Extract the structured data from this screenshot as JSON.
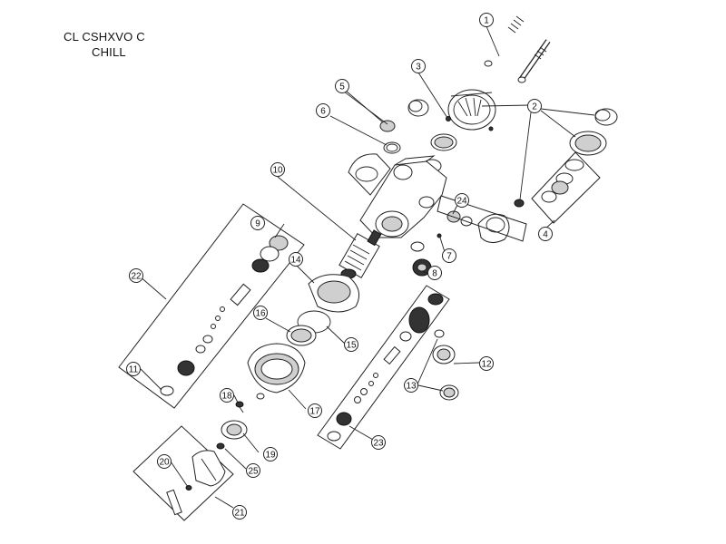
{
  "title": {
    "line1": "CL CSHXVO C",
    "line2": "CHILL"
  },
  "callouts": [
    {
      "id": "callout-1",
      "label": "1"
    },
    {
      "id": "callout-2",
      "label": "2"
    },
    {
      "id": "callout-3",
      "label": "3"
    },
    {
      "id": "callout-4",
      "label": "4"
    },
    {
      "id": "callout-5",
      "label": "5"
    },
    {
      "id": "callout-6",
      "label": "6"
    },
    {
      "id": "callout-7",
      "label": "7"
    },
    {
      "id": "callout-8",
      "label": "8"
    },
    {
      "id": "callout-9",
      "label": "9"
    },
    {
      "id": "callout-10",
      "label": "10"
    },
    {
      "id": "callout-11",
      "label": "11"
    },
    {
      "id": "callout-12",
      "label": "12"
    },
    {
      "id": "callout-13",
      "label": "13"
    },
    {
      "id": "callout-14",
      "label": "14"
    },
    {
      "id": "callout-15",
      "label": "15"
    },
    {
      "id": "callout-16",
      "label": "16"
    },
    {
      "id": "callout-17",
      "label": "17"
    },
    {
      "id": "callout-18",
      "label": "18"
    },
    {
      "id": "callout-19",
      "label": "19"
    },
    {
      "id": "callout-20",
      "label": "20"
    },
    {
      "id": "callout-21",
      "label": "21"
    },
    {
      "id": "callout-22",
      "label": "22"
    },
    {
      "id": "callout-23",
      "label": "23"
    },
    {
      "id": "callout-24",
      "label": "24"
    },
    {
      "id": "callout-25",
      "label": "25"
    }
  ]
}
